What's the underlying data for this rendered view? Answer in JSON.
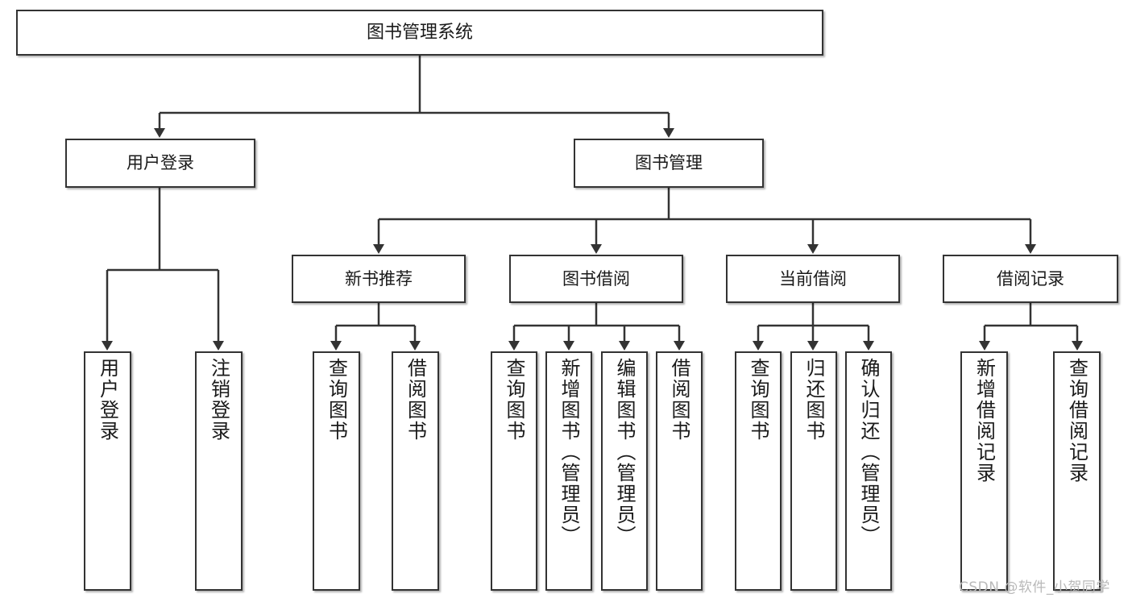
{
  "diagram": {
    "type": "tree",
    "title": "图书管理系统",
    "colors": {
      "box_border": "#333333",
      "box_fill": "#ffffff",
      "connector": "#333333",
      "text": "#1a1a1a",
      "watermark": "#b9b9b9",
      "background": "#ffffff"
    },
    "root": {
      "label": "图书管理系统"
    },
    "level2": [
      {
        "label": "用户登录"
      },
      {
        "label": "图书管理"
      }
    ],
    "level3": [
      {
        "label": "新书推荐"
      },
      {
        "label": "图书借阅"
      },
      {
        "label": "当前借阅"
      },
      {
        "label": "借阅记录"
      }
    ],
    "leaves": {
      "user_login": [
        {
          "label": "用户登录"
        },
        {
          "label": "注销登录"
        }
      ],
      "new_book_recommend": [
        {
          "label": "查询图书"
        },
        {
          "label": "借阅图书"
        }
      ],
      "book_borrow": [
        {
          "label": "查询图书"
        },
        {
          "label": "新增图书（管理员）"
        },
        {
          "label": "编辑图书（管理员）"
        },
        {
          "label": "借阅图书"
        }
      ],
      "current_borrow": [
        {
          "label": "查询图书"
        },
        {
          "label": "归还图书"
        },
        {
          "label": "确认归还（管理员）"
        }
      ],
      "borrow_record": [
        {
          "label": "新增借阅记录"
        },
        {
          "label": "查询借阅记录"
        }
      ]
    }
  },
  "watermark": {
    "text": "CSDN @软件_小贺同学"
  }
}
